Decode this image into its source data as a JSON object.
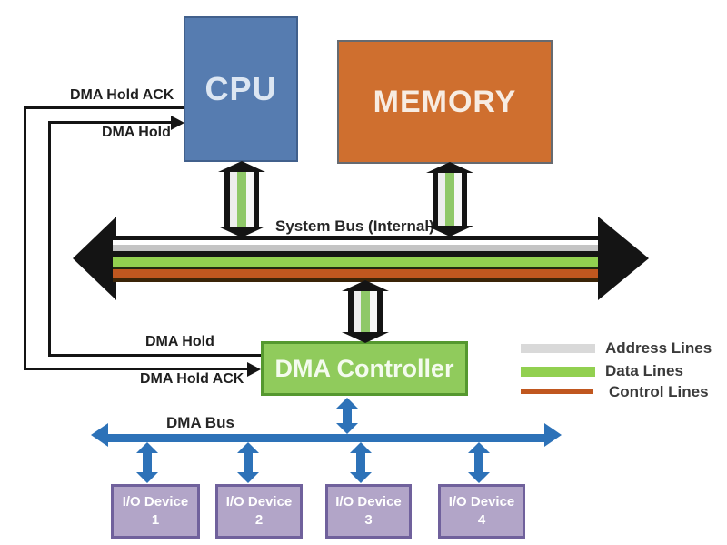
{
  "diagram": {
    "blocks": {
      "cpu": "CPU",
      "memory": "MEMORY",
      "dma_controller": "DMA Controller"
    },
    "io_devices": [
      {
        "name": "I/O Device",
        "number": "1"
      },
      {
        "name": "I/O Device",
        "number": "2"
      },
      {
        "name": "I/O Device",
        "number": "3"
      },
      {
        "name": "I/O Device",
        "number": "4"
      }
    ],
    "signal_labels": {
      "cpu_hold_ack": "DMA Hold ACK",
      "cpu_hold": "DMA Hold",
      "dma_hold": "DMA Hold",
      "dma_hold_ack": "DMA Hold ACK"
    },
    "bus_labels": {
      "system_bus": "System Bus (Internal)",
      "dma_bus": "DMA Bus"
    },
    "legend": [
      {
        "label": "Address Lines",
        "color": "#d9d9d9"
      },
      {
        "label": "Data Lines",
        "color": "#92d050"
      },
      {
        "label": "Control Lines",
        "color": "#c0571f"
      }
    ],
    "colors": {
      "cpu_fill": "#567cb0",
      "memory_fill": "#cf6f2f",
      "dma_fill": "#90cb5c",
      "io_fill": "#b2a5c8",
      "dma_bus_blue": "#2d72b8"
    }
  }
}
